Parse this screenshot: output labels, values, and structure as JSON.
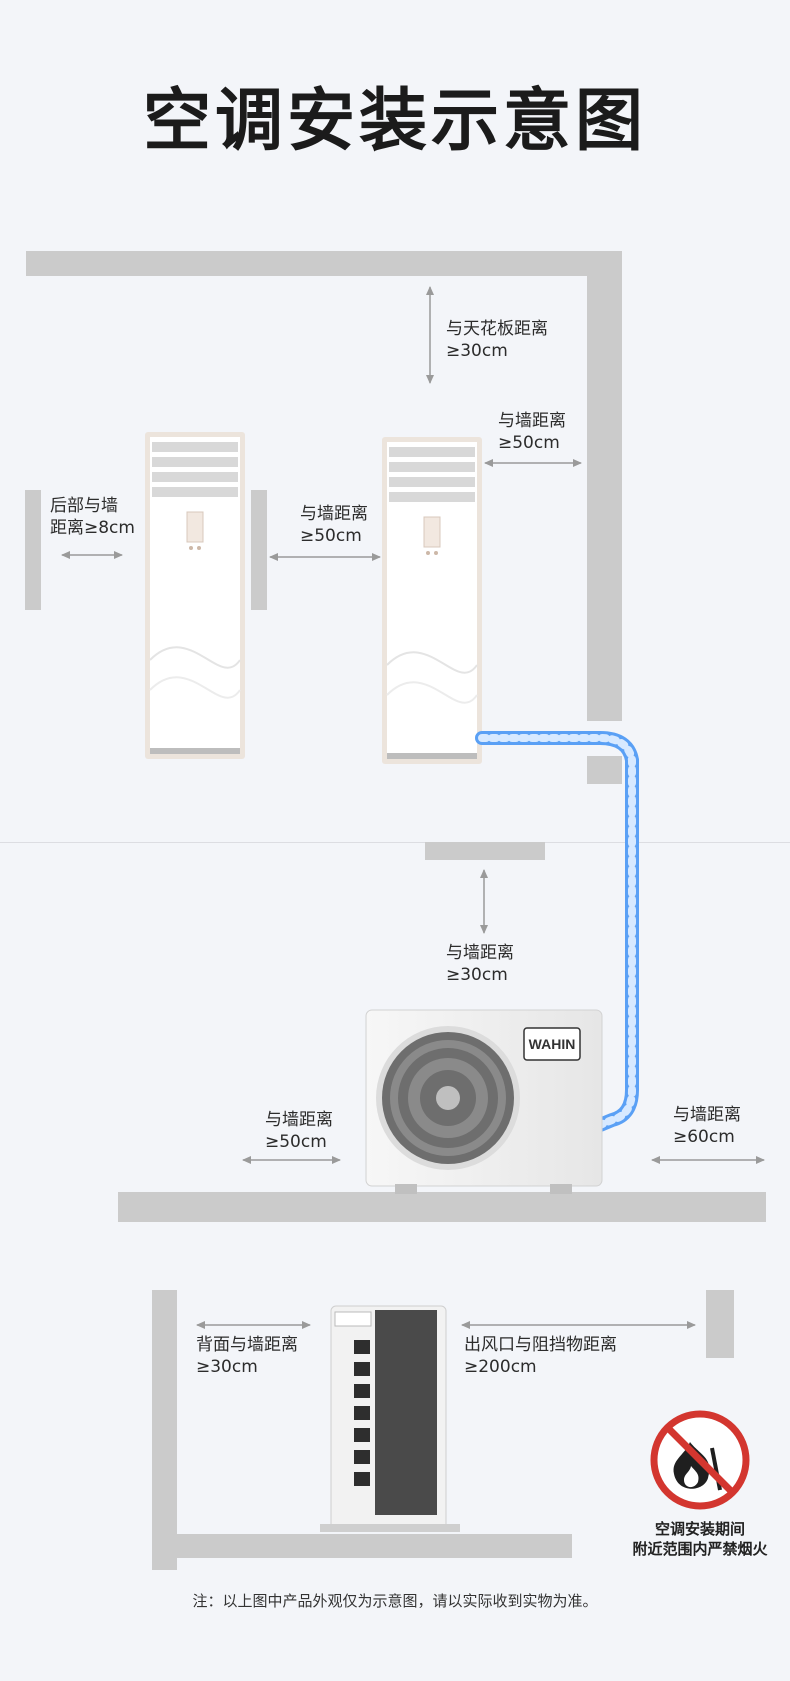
{
  "title": "空调安装示意图",
  "labels": {
    "ceiling": [
      "与天花板距离",
      "≥30cm"
    ],
    "side_wall_top": [
      "与墙距离",
      "≥50cm"
    ],
    "back_wall": [
      "后部与墙",
      "距离≥8cm"
    ],
    "between_units": [
      "与墙距离",
      "≥50cm"
    ],
    "outdoor_top": [
      "与墙距离",
      "≥30cm"
    ],
    "outdoor_left": [
      "与墙距离",
      "≥50cm"
    ],
    "outdoor_right": [
      "与墙距离",
      "≥60cm"
    ],
    "rear_back": [
      "背面与墙距离",
      "≥30cm"
    ],
    "rear_outlet": [
      "出风口与阻挡物距离",
      "≥200cm"
    ]
  },
  "outdoor_brand": "WAHIN",
  "warning": [
    "空调安装期间",
    "附近范围内严禁烟火"
  ],
  "note": "注：以上图中产品外观仅为示意图，请以实际收到实物为准。",
  "colors": {
    "wall": "#c9c9c9",
    "pipe": "#5aa0f5",
    "arrow": "#9a9a9a",
    "prohibit": "#d3362f"
  },
  "icons": [
    "no-fire-icon"
  ]
}
